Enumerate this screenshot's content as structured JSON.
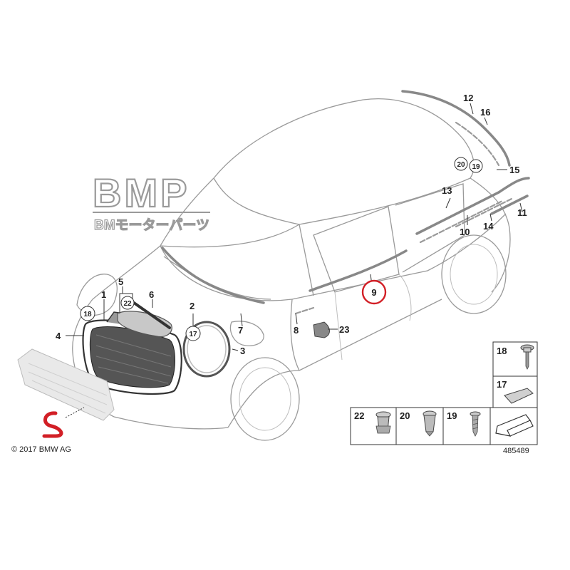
{
  "watermark": {
    "title": "BMP",
    "subtitle": "BMモーターパーツ"
  },
  "copyright": "© 2017 BMW AG",
  "diagram_id": "485489",
  "callouts": {
    "c1": "1",
    "c2": "2",
    "c3": "3",
    "c4": "4",
    "c5": "5",
    "c6": "6",
    "c7": "7",
    "c8": "8",
    "c9": "9",
    "c10": "10",
    "c11": "11",
    "c12": "12",
    "c13": "13",
    "c14": "14",
    "c15": "15",
    "c16": "16",
    "c17": "17",
    "c18": "18",
    "c19": "19",
    "c20": "20",
    "c22": "22",
    "c23": "23"
  },
  "fastener_boxes": {
    "b18": "18",
    "b17": "17",
    "b22": "22",
    "b20": "20",
    "b19": "19"
  },
  "highlight": {
    "part": "9",
    "color": "#d21f26"
  },
  "colors": {
    "line": "#333333",
    "car": "#9a9a9a",
    "emblem": "#d21f26"
  }
}
